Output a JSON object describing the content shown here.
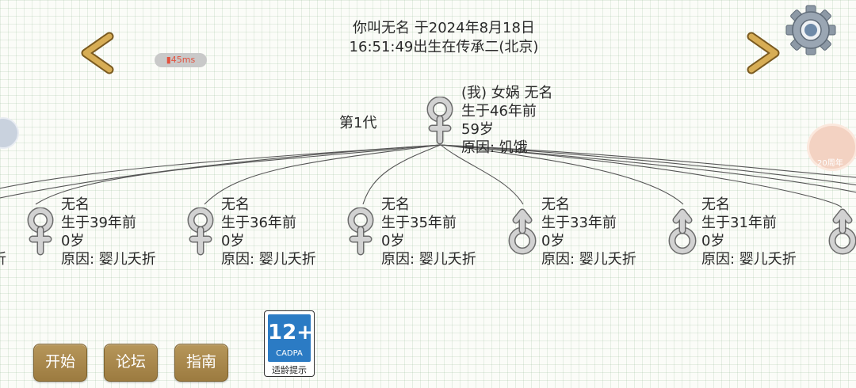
{
  "header": {
    "line1": "你叫无名 于2024年8月18日",
    "line2": "16:51:49出生在传承二(北京)"
  },
  "ping": "45ms",
  "generation_label": "第1代",
  "self": {
    "name_line": "(我) 女娲 无名",
    "born": "生于46年前",
    "age": "59岁",
    "cause": "原因: 饥饿",
    "gender": "female"
  },
  "children": [
    {
      "name": "无名",
      "born": "生于39年前",
      "age": "0岁",
      "cause": "原因: 婴儿夭折",
      "gender": "female"
    },
    {
      "name": "无名",
      "born": "生于36年前",
      "age": "0岁",
      "cause": "原因: 婴儿夭折",
      "gender": "female"
    },
    {
      "name": "无名",
      "born": "生于35年前",
      "age": "0岁",
      "cause": "原因: 婴儿夭折",
      "gender": "female"
    },
    {
      "name": "无名",
      "born": "生于33年前",
      "age": "0岁",
      "cause": "原因: 婴儿夭折",
      "gender": "male"
    },
    {
      "name": "无名",
      "born": "生于31年前",
      "age": "0岁",
      "cause": "原因: 婴儿夭折",
      "gender": "male"
    }
  ],
  "partial_left_text": "折",
  "buttons": {
    "start": "开始",
    "forum": "论坛",
    "guide": "指南"
  },
  "age_rating": {
    "number": "12+",
    "org": "CADPA",
    "tip": "适龄提示"
  },
  "right_badge_text": "20周年",
  "icons": {
    "prev": "chevron-left-icon",
    "next": "chevron-right-icon",
    "settings": "gear-icon",
    "female": "female-symbol-icon",
    "male": "male-symbol-icon"
  },
  "colors": {
    "button": "#a8874b",
    "rating_blue": "#2b7bc4",
    "ping_text": "#e2513e"
  }
}
